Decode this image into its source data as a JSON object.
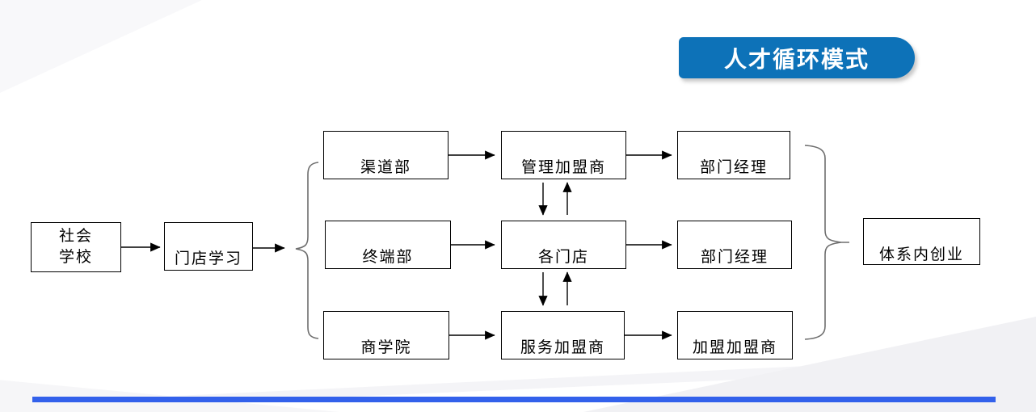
{
  "title": {
    "label": "人才循环模式"
  },
  "nodes": {
    "social_school": {
      "label": "社会\n学校"
    },
    "store_learning": {
      "label": "门店学习"
    },
    "channel_dept": {
      "label": "渠道部"
    },
    "terminal_dept": {
      "label": "终端部"
    },
    "business_school": {
      "label": "商学院"
    },
    "manage_franchisee": {
      "label": "管理加盟商"
    },
    "stores": {
      "label": "各门店"
    },
    "service_franchisee": {
      "label": "服务加盟商"
    },
    "dept_manager_top": {
      "label": "部门经理"
    },
    "dept_manager_mid": {
      "label": "部门经理"
    },
    "join_franchisee": {
      "label": "加盟加盟商"
    },
    "internal_startup": {
      "label": "体系内创业"
    }
  },
  "edges": [
    {
      "from": "social_school",
      "to": "store_learning"
    },
    {
      "from": "store_learning",
      "to": "branch-brace"
    },
    {
      "from": "branch-brace",
      "to": "channel_dept"
    },
    {
      "from": "branch-brace",
      "to": "terminal_dept"
    },
    {
      "from": "branch-brace",
      "to": "business_school"
    },
    {
      "from": "channel_dept",
      "to": "manage_franchisee"
    },
    {
      "from": "terminal_dept",
      "to": "stores"
    },
    {
      "from": "business_school",
      "to": "service_franchisee"
    },
    {
      "from": "manage_franchisee",
      "to": "stores",
      "bidirectional": true
    },
    {
      "from": "stores",
      "to": "service_franchisee",
      "bidirectional": true
    },
    {
      "from": "manage_franchisee",
      "to": "dept_manager_top"
    },
    {
      "from": "stores",
      "to": "dept_manager_mid"
    },
    {
      "from": "service_franchisee",
      "to": "join_franchisee"
    },
    {
      "from": "merge-brace",
      "to": "internal_startup"
    }
  ],
  "colors": {
    "banner_blue": "#0d72b8",
    "footer_line_blue": "#3361eb",
    "box_border": "#000000",
    "brace_gray": "#6e6e6e"
  }
}
